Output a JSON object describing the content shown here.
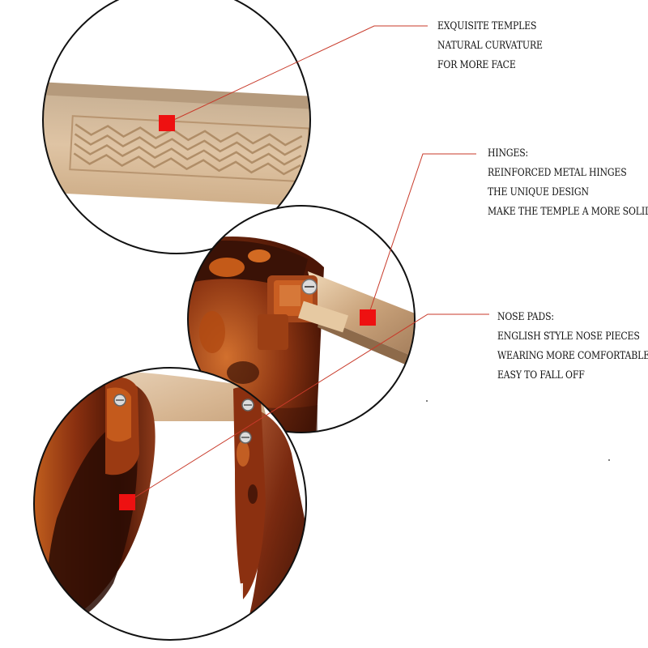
{
  "callouts": {
    "temples": {
      "lines": [
        "EXQUISITE TEMPLES",
        "NATURAL CURVATURE",
        "FOR MORE FACE"
      ]
    },
    "hinges": {
      "lines": [
        "HINGES:",
        "REINFORCED METAL HINGES",
        "THE UNIQUE DESIGN",
        "MAKE THE TEMPLE A MORE SOLID"
      ]
    },
    "nose_pads": {
      "lines": [
        "NOSE PADS:",
        "ENGLISH STYLE NOSE PIECES",
        "WEARING MORE COMFORTABLE",
        "EASY TO FALL OFF"
      ]
    }
  },
  "colors": {
    "marker": "#ee1111",
    "leader_line": "#c83a2a",
    "circle_border": "#111111",
    "gold_metal": "#d4b18c",
    "tortoise_dark": "#3a1206",
    "tortoise_orange": "#b8430e",
    "lens_brown": "#7a2c10"
  },
  "icons": {
    "marker": "red-square-marker-icon",
    "screw": "screw-icon"
  }
}
